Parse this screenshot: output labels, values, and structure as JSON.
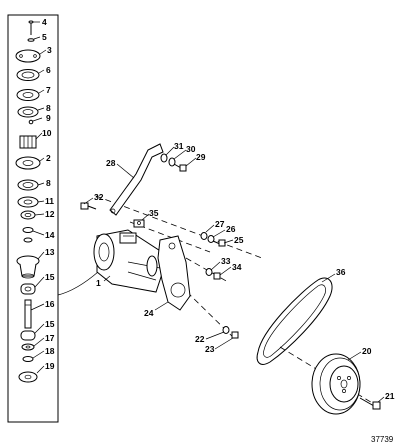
{
  "diagram": {
    "drawing_number": "37739",
    "callouts": [
      {
        "id": "c4",
        "text": "4"
      },
      {
        "id": "c5",
        "text": "5"
      },
      {
        "id": "c3",
        "text": "3"
      },
      {
        "id": "c6",
        "text": "6"
      },
      {
        "id": "c7",
        "text": "7"
      },
      {
        "id": "c8a",
        "text": "8"
      },
      {
        "id": "c9",
        "text": "9"
      },
      {
        "id": "c10",
        "text": "10"
      },
      {
        "id": "c2",
        "text": "2"
      },
      {
        "id": "c8b",
        "text": "8"
      },
      {
        "id": "c11",
        "text": "11"
      },
      {
        "id": "c12",
        "text": "12"
      },
      {
        "id": "c14",
        "text": "14"
      },
      {
        "id": "c13",
        "text": "13"
      },
      {
        "id": "c15a",
        "text": "15"
      },
      {
        "id": "c16",
        "text": "16"
      },
      {
        "id": "c15b",
        "text": "15"
      },
      {
        "id": "c17",
        "text": "17"
      },
      {
        "id": "c18",
        "text": "18"
      },
      {
        "id": "c19",
        "text": "19"
      },
      {
        "id": "c1",
        "text": "1"
      },
      {
        "id": "c28",
        "text": "28"
      },
      {
        "id": "c31",
        "text": "31"
      },
      {
        "id": "c30",
        "text": "30"
      },
      {
        "id": "c29",
        "text": "29"
      },
      {
        "id": "c32",
        "text": "32"
      },
      {
        "id": "c35",
        "text": "35"
      },
      {
        "id": "c27",
        "text": "27"
      },
      {
        "id": "c26",
        "text": "26"
      },
      {
        "id": "c25",
        "text": "25"
      },
      {
        "id": "c33",
        "text": "33"
      },
      {
        "id": "c34",
        "text": "34"
      },
      {
        "id": "c36",
        "text": "36"
      },
      {
        "id": "c24",
        "text": "24"
      },
      {
        "id": "c22",
        "text": "22"
      },
      {
        "id": "c23",
        "text": "23"
      },
      {
        "id": "c20",
        "text": "20"
      },
      {
        "id": "c21",
        "text": "21"
      }
    ]
  }
}
